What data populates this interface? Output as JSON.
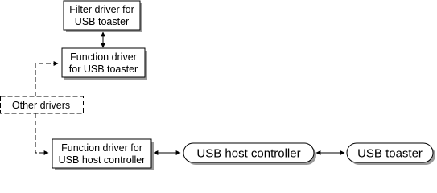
{
  "nodes": {
    "filter_driver": {
      "line1": "Filter driver for",
      "line2": "USB toaster"
    },
    "function_driver_toaster": {
      "line1": "Function driver",
      "line2": "for USB toaster"
    },
    "other_drivers": {
      "label": "Other drivers"
    },
    "function_driver_host": {
      "line1": "Function driver for",
      "line2": "USB host controller"
    },
    "usb_host_controller": {
      "label": "USB host controller"
    },
    "usb_toaster": {
      "label": "USB toaster"
    }
  },
  "colors": {
    "shadow": "#9a9a9a",
    "stroke": "#000000",
    "fill": "#ffffff"
  }
}
